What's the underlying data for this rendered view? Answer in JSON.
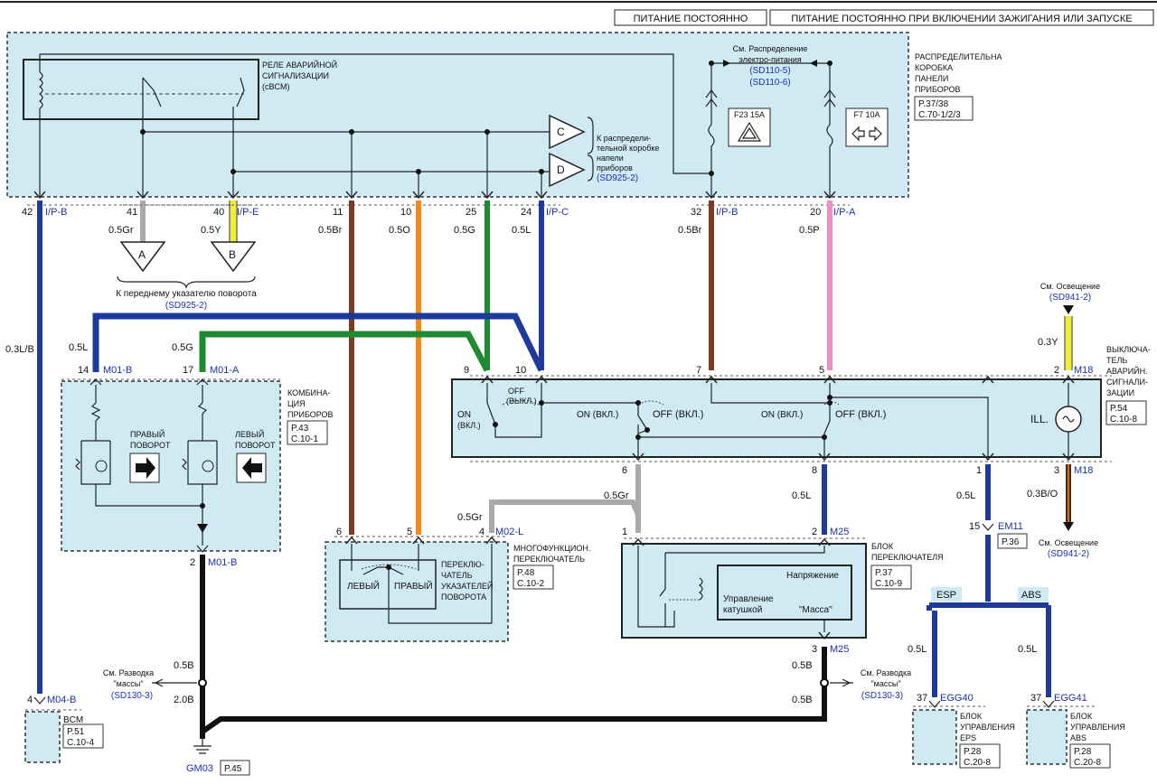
{
  "header": {
    "label_constant": "ПИТАНИЕ ПОСТОЯННО",
    "label_ignition": "ПИТАНИЕ ПОСТОЯННО ПРИ ВКЛЮЧЕНИИ ЗАЖИГАНИЯ ИЛИ ЗАПУСКЕ"
  },
  "junction_box": {
    "label_1": "РАСПРЕДЕЛИТЕЛЬНА",
    "label_2": "КОРОБКА",
    "label_3": "ПАНЕЛИ",
    "label_4": "ПРИБОРОВ",
    "ref_1": "P.37/38",
    "ref_2": "C.70-1/2/3",
    "relay_1": "РЕЛЕ АВАРИЙНОЙ",
    "relay_2": "СИГНАЛИЗАЦИИ",
    "relay_3": "(cBCM)",
    "see_power_1": "См. Распределение",
    "see_power_2": "электро-питания",
    "see_power_sd1": "(SD110-5)",
    "see_power_sd2": "(SD110-6)",
    "fuse_f23": "F23 15A",
    "fuse_f7": "F7 10A",
    "conn_c": "C",
    "conn_d": "D",
    "to_dist_1": "К распредели-",
    "to_dist_2": "тельной коробке",
    "to_dist_3": "напели",
    "to_dist_4": "приборов",
    "to_dist_sd": "(SD925-2)"
  },
  "pins": {
    "p42": "42",
    "p42_conn": "I/P-B",
    "p41": "41",
    "p40": "40",
    "p40_conn": "I/P-E",
    "p11": "11",
    "p10": "10",
    "p25": "25",
    "p24": "24",
    "p24_conn": "I/P-C",
    "p32": "32",
    "p32_conn": "I/P-B",
    "p20": "20",
    "p20_conn": "I/P-A"
  },
  "wires": {
    "w_05gr": "0.5Gr",
    "w_05y": "0.5Y",
    "w_05br_a": "0.5Br",
    "w_05o": "0.5O",
    "w_05g": "0.5G",
    "w_05l": "0.5L",
    "w_05br_b": "0.5Br",
    "w_05p": "0.5P",
    "w_03lb": "0.3L/B",
    "w_05l_b": "0.5L",
    "w_05g_b": "0.5G",
    "w_03y": "0.3Y",
    "w_05gr_b": "0.5Gr",
    "w_05gr_c": "0.5Gr",
    "w_05l_c": "0.5L",
    "w_05l_d": "0.5L",
    "w_03bo": "0.3B/O",
    "w_05b_a": "0.5B",
    "w_20b": "2.0B",
    "w_05b_b": "0.5B",
    "w_05b_c": "0.5B",
    "w_05l_esp": "0.5L",
    "w_05l_abs": "0.5L"
  },
  "front_turn": {
    "conn_a": "A",
    "conn_b": "B",
    "label": "К переднему указателю  поворота",
    "sd": "(SD925-2)"
  },
  "cluster": {
    "pin14": "14",
    "pin14_conn": "M01-B",
    "pin17": "17",
    "pin17_conn": "M01-A",
    "label_1": "КОМБИНА-",
    "label_2": "ЦИЯ",
    "label_3": "ПРИБОРОВ",
    "ref_1": "P.43",
    "ref_2": "C.10-1",
    "right_1": "ПРАВЫЙ",
    "right_2": "ПОВОРОТ",
    "left_1": "ЛЕВЫЙ",
    "left_2": "ПОВОРОТ",
    "pin2": "2",
    "pin2_conn": "M01-B"
  },
  "hazard_switch": {
    "pin9": "9",
    "pin10": "10",
    "pin7": "7",
    "pin5": "5",
    "pin2": "2",
    "pin2_conn": "M18",
    "on_1": "ON",
    "on_2": "(ВКЛ.)",
    "off_1": "OFF",
    "off_2": "(ВЫКЛ.)",
    "on_mid": "ON (ВКЛ.)",
    "off_mid": "OFF (ВКЛ.)",
    "on_right": "ON (ВКЛ.)",
    "off_right": "OFF (ВКЛ.)",
    "ill": "ILL.",
    "pin6": "6",
    "pin8": "8",
    "pin1": "1",
    "pin3": "3",
    "pin3_conn": "M18",
    "label_1": "ВЫКЛЮЧА-",
    "label_2": "ТЕЛЬ",
    "label_3": "АВАРИЙН.",
    "label_4": "СИГНАЛИ-",
    "label_5": "ЗАЦИИ",
    "ref_1": "P.54",
    "ref_2": "C.10-8",
    "see_light_1": "См. Освещение",
    "see_light_sd1": "(SD941-2)",
    "see_light_2": "См. Освещение",
    "see_light_sd2": "(SD941-2)"
  },
  "multifunction": {
    "pin6": "6",
    "pin5": "5",
    "pin4": "4",
    "pin4_conn": "M02-L",
    "left": "ЛЕВЫЙ",
    "right": "ПРАВЫЙ",
    "desc_1": "ПЕРЕКЛЮ-",
    "desc_2": "ЧАТЕЛЬ",
    "desc_3": "УКАЗАТЕЛЕЙ",
    "desc_4": "ПОВОРОТА",
    "label_1": "МНОГОФУНКЦИОН.",
    "label_2": "ПЕРЕКЛЮЧАТЕЛЬ",
    "ref_1": "P.48",
    "ref_2": "C.10-2"
  },
  "switch_unit": {
    "pin1": "1",
    "pin2": "2",
    "pin2_conn": "M25",
    "pin3": "3",
    "pin3_conn": "M25",
    "voltage": "Напряжение",
    "coil_1": "Управление",
    "coil_2": "катушкой",
    "mass": "\"Масса\"",
    "label_1": "БЛОК",
    "label_2": "ПЕРЕКЛЮЧАТЕЛЯ",
    "ref_1": "P.37",
    "ref_2": "C.10-9"
  },
  "em11": {
    "pin": "15",
    "conn": "EM11",
    "ref": "P.36"
  },
  "esp": {
    "tag": "ESP",
    "pin": "37",
    "conn": "EGG40",
    "label_1": "БЛОК",
    "label_2": "УПРАВЛЕНИЯ",
    "label_3": "EPS",
    "ref_1": "P.28",
    "ref_2": "C.20-8"
  },
  "abs": {
    "tag": "ABS",
    "pin": "37",
    "conn": "EGG41",
    "label_1": "БЛОК",
    "label_2": "УПРАВЛЕНИЯ",
    "label_3": "ABS",
    "ref_1": "P.28",
    "ref_2": "C.20-8"
  },
  "bcm": {
    "pin": "4",
    "conn": "M04-B",
    "label": "BCM",
    "ref_1": "P.51",
    "ref_2": "C.10-4"
  },
  "ground": {
    "see_left_1": "См. Разводка",
    "see_left_2": "\"массы\"",
    "see_left_sd": "(SD130-3)",
    "see_right_1": "См. Разводка",
    "see_right_2": "\"массы\"",
    "see_right_sd": "(SD130-3)",
    "gm03": "GM03",
    "gm03_ref": "P.45"
  },
  "colors": {
    "panel": "#cfeaf3",
    "wire_blue": "#1e3a9a",
    "wire_green": "#1f8a32",
    "wire_brown": "#7a3b22",
    "wire_orange": "#f08a1c",
    "wire_gray": "#a9a9a9",
    "wire_yellow": "#f2ef22",
    "wire_pink": "#f08cc8",
    "wire_black": "#111111",
    "connector_text": "#1a2fb8"
  }
}
